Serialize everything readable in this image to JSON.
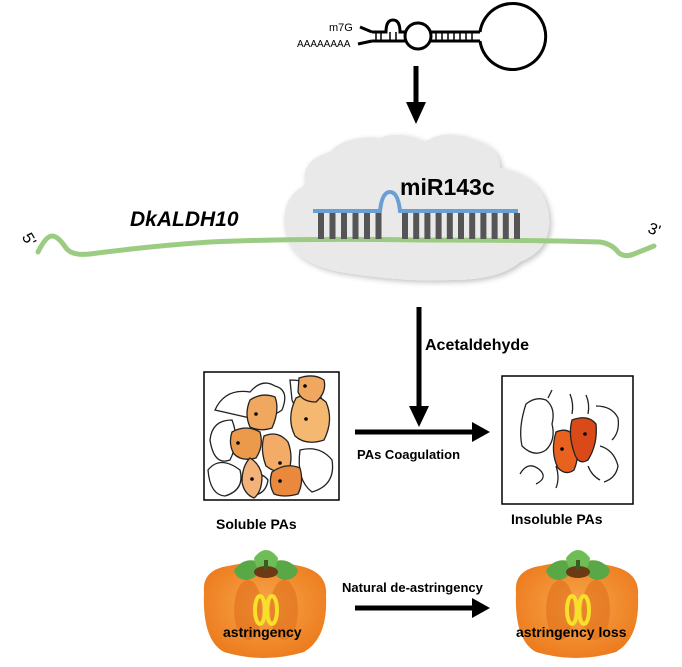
{
  "diagram": {
    "hairpin": {
      "cap_label": "m7G",
      "polyA_label": "AAAAAAAA"
    },
    "target_gene": {
      "name": "DkALDH10",
      "five_prime": "5'",
      "three_prime": "3'"
    },
    "mirna": {
      "name": "miR143c"
    },
    "steps": {
      "acetaldehyde": "Acetaldehyde",
      "coagulation": "PAs Coagulation",
      "natural": "Natural de-astringency"
    },
    "states": {
      "soluble": "Soluble PAs",
      "insoluble": "Insoluble PAs",
      "astringent": "astringency",
      "loss": "astringency loss"
    },
    "colors": {
      "mrna_green": "#9ccc82",
      "mirna_blue": "#6a9fd4",
      "bar_gray": "#555555",
      "cloud_gray": "#e8e8e8",
      "soluble_orange": "#f0a860",
      "insoluble_red": "#e04e1a",
      "persimmon_orange": "#f08a2a",
      "leaf_green": "#5aa845"
    }
  }
}
